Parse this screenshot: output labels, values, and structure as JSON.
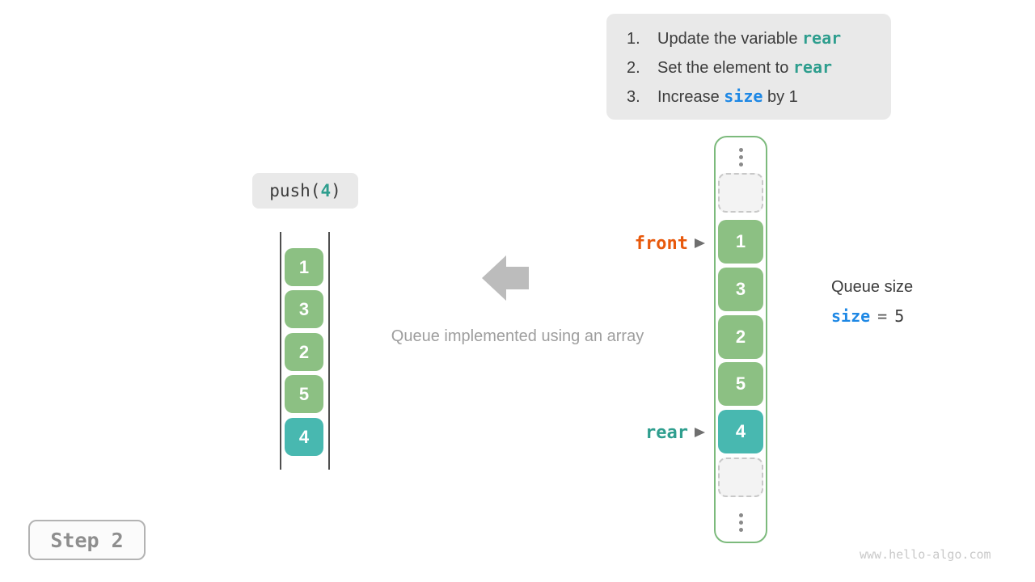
{
  "instructions": {
    "items": [
      {
        "num": "1.",
        "pre": "Update the variable ",
        "code": "rear",
        "post": ""
      },
      {
        "num": "2.",
        "pre": "Set the element to ",
        "code": "rear",
        "post": ""
      },
      {
        "num": "3.",
        "pre": "Increase ",
        "code": "size",
        "post": " by 1"
      }
    ]
  },
  "operation": {
    "pre": "push(",
    "arg": "4",
    "post": ")"
  },
  "left_stack": {
    "values": [
      "1",
      "3",
      "2",
      "5",
      "4"
    ]
  },
  "caption": "Queue implemented using an array",
  "right_array": {
    "values": [
      "1",
      "3",
      "2",
      "5",
      "4"
    ],
    "front_label": "front",
    "rear_label": "rear"
  },
  "queue_size": {
    "title": "Queue size",
    "variable": "size",
    "equals": "=",
    "value": "5"
  },
  "step": {
    "label": "Step 2"
  },
  "watermark": "www.hello-algo.com",
  "icons": {
    "flow_arrow": "left-block-arrow",
    "pointer": "right-arrowhead",
    "ellipsis": "vertical-ellipsis"
  },
  "colors": {
    "cell_green": "#8cc083",
    "cell_teal": "#48b8b0",
    "code_teal": "#2e9e8e",
    "code_blue": "#1e88e5",
    "front_orange": "#e8590c",
    "panel_gray": "#e9e9e9",
    "frame_border_green": "#7cba7c",
    "caption_gray": "#9e9e9e"
  }
}
